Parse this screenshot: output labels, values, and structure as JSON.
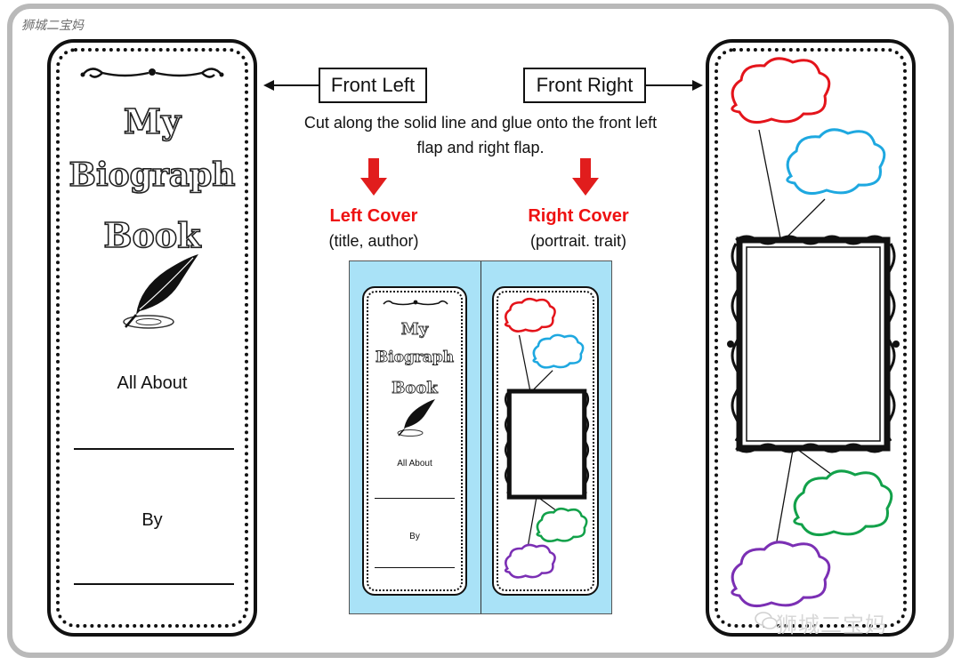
{
  "watermark": {
    "top": "狮城二宝妈",
    "bottom": "狮城二宝妈"
  },
  "labels": {
    "front_left": "Front Left",
    "front_right": "Front Right"
  },
  "instruction": "Cut along the solid line and glue onto the front left flap and right flap.",
  "covers": {
    "left": {
      "title": "Left Cover",
      "subtitle": "(title, author)"
    },
    "right": {
      "title": "Right Cover",
      "subtitle": "(portrait. trait)"
    }
  },
  "book": {
    "title_lines": [
      "My",
      "Biograph",
      "Book"
    ],
    "all_about": "All About",
    "by": "By"
  },
  "colors": {
    "arrow_red": "#e11d1d",
    "cover_red": "#e11111",
    "preview_bg": "#a9e2f7",
    "bubble_red": "#e4141b",
    "bubble_blue": "#1ea8e0",
    "bubble_green": "#12a14a",
    "bubble_purple": "#7b2fb4"
  },
  "icons": [
    "quill-icon",
    "flourish-icon",
    "speech-bubble-icon",
    "picture-frame-icon",
    "arrow-left-icon",
    "arrow-right-icon",
    "arrow-down-icon",
    "wechat-icon"
  ]
}
